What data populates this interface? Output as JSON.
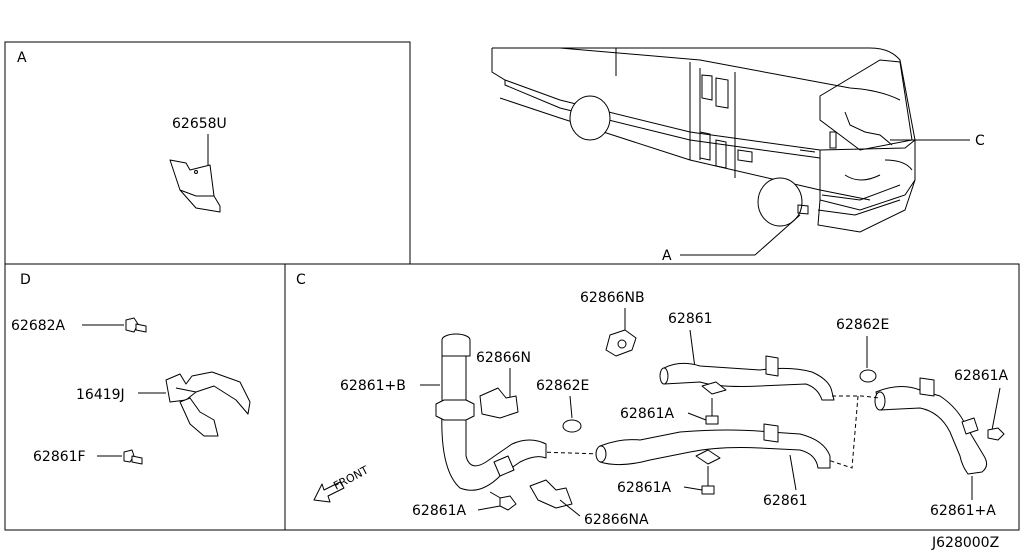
{
  "sections": {
    "a": "A",
    "c": "C",
    "d": "D"
  },
  "vehicle_callouts": {
    "c": "C",
    "a": "A"
  },
  "part_labels": {
    "p62658U": "62658U",
    "p62682A": "62682A",
    "p16419J": "16419J",
    "p62861F": "62861F",
    "p62866NB": "62866NB",
    "p62861_top": "62861",
    "p62862E_right": "62862E",
    "p62861A_right": "62861A",
    "p62861B": "62861+B",
    "p62866N": "62866N",
    "p62862E_mid": "62862E",
    "p62861A_mid": "62861A",
    "p62861A_low": "62861A",
    "p62861_low": "62861",
    "p62861A_bottom": "62861A",
    "p62866NA": "62866NA",
    "p62861plusA": "62861+A"
  },
  "front_label": "FRONT",
  "diagram_code": "J628000Z"
}
